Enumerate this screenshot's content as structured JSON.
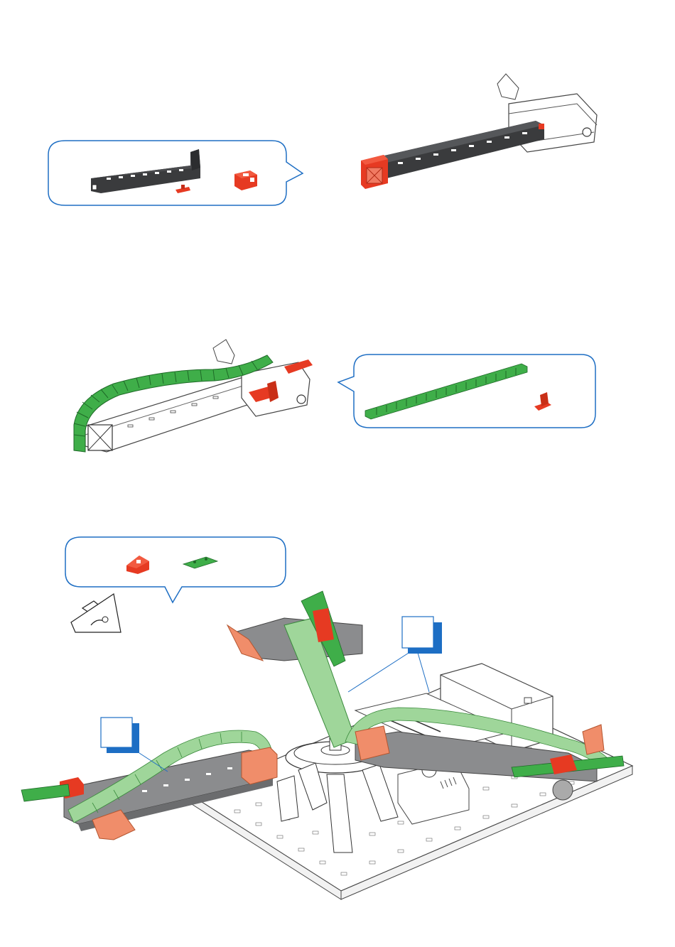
{
  "page": {
    "steps": [
      {
        "id": "step-1",
        "parts": [
          "angle-girder-black",
          "angle-joint-red",
          "building-block-red"
        ]
      },
      {
        "id": "step-2",
        "parts": [
          "energy-chain-green",
          "angle-bracket-red"
        ]
      },
      {
        "id": "step-3",
        "parts": [
          "building-block-wedge-red",
          "flat-plate-green"
        ],
        "callouts": [
          "callout-left",
          "callout-right"
        ]
      }
    ]
  },
  "colors": {
    "bubble_border": "#1f6fc4",
    "part_red": "#e63a22",
    "part_green": "#3fae49",
    "part_green_light": "#9fd69a",
    "part_black": "#3a3b3d",
    "salmon": "#f08d6a",
    "callout_blue": "#1d6ec4"
  }
}
